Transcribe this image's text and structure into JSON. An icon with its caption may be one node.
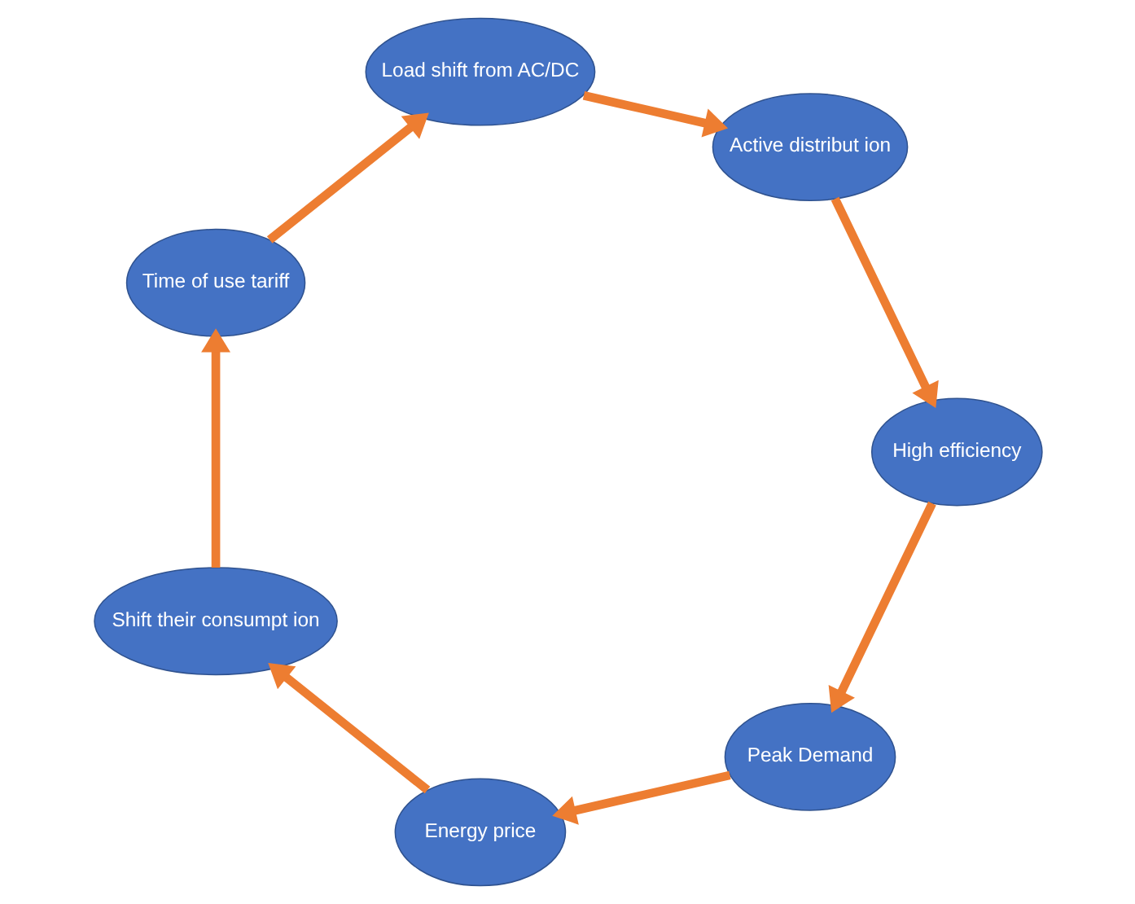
{
  "diagram": {
    "nodes": [
      {
        "text": [
          "Peak Demand"
        ]
      },
      {
        "text": [
          "Energy price"
        ]
      },
      {
        "text": [
          "Shift their consumpt ion"
        ]
      },
      {
        "text": [
          "Time of use tariff"
        ]
      },
      {
        "text": [
          "Load shift from AC/DC"
        ]
      },
      {
        "text": [
          "Active distribut ion"
        ]
      },
      {
        "text": [
          "High efficiency"
        ]
      }
    ],
    "edges": [
      {
        "from": 0,
        "to": 1,
        "arrow": "to"
      },
      {
        "from": 1,
        "to": 2,
        "arrow": "to"
      },
      {
        "from": 2,
        "to": 3,
        "arrow": "to"
      },
      {
        "from": 3,
        "to": 4,
        "arrow": "to"
      },
      {
        "from": 4,
        "to": 5,
        "arrow": "to"
      },
      {
        "from": 5,
        "to": 6,
        "arrow": "to"
      },
      {
        "from": 6,
        "to": 0,
        "arrow": "to"
      }
    ]
  }
}
